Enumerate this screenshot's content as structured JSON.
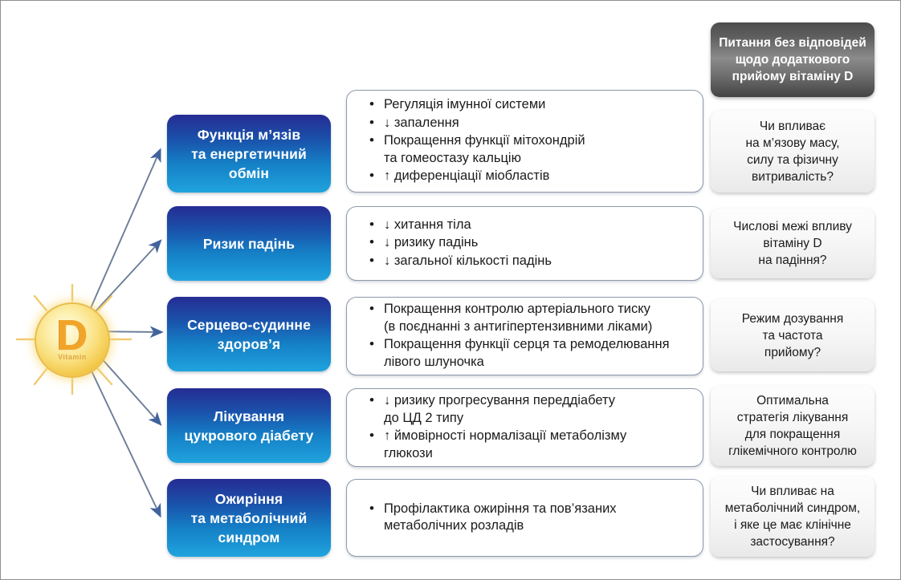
{
  "emblem": {
    "letter": "D",
    "caption": "Vitamin",
    "icon": "sun-vitamin-d-icon",
    "colors": {
      "core": "#f9de7a",
      "letter": "#f0a52a",
      "ring": "#e9bc4a"
    }
  },
  "colors": {
    "blue_gradient_top": "#262c93",
    "blue_gradient_bottom": "#20a3dd",
    "gray_header_mid": "#8b8b8b",
    "white_box_border": "#8d99aa",
    "arrow": "#5b6f91",
    "page_border": "#8f8f8f"
  },
  "categories": [
    {
      "label": "Функція м’язів\nта енергетичний\nобмін",
      "effects": [
        "Регуляція імунної системи",
        "↓ запалення",
        "Покращення функції мітохондрій\nта гомеостазу кальцію",
        "↑ диференціації міобластів"
      ]
    },
    {
      "label": "Ризик падінь",
      "effects": [
        "↓ хитання тіла",
        "↓ ризику падінь",
        "↓ загальної кількості падінь"
      ]
    },
    {
      "label": "Серцево-судинне\nздоров’я",
      "effects": [
        "Покращення контролю артеріального тиску\n(в поєднанні з антигіпертензивними ліками)",
        "Покращення функції серця та ремоделювання\nлівого шлуночка"
      ]
    },
    {
      "label": "Лікування\nцукрового діабету",
      "effects": [
        "↓ ризику прогресування переддіабету\nдо ЦД 2 типу",
        "↑ ймовірності нормалізації метаболізму\nглюкози"
      ]
    },
    {
      "label": "Ожиріння\nта метаболічний\nсиндром",
      "effects": [
        " Профілактика ожиріння та пов’язаних\nметаболічних розладів"
      ]
    }
  ],
  "questions": {
    "header": "Питання без відповідей\nщодо додаткового\nприйому вітаміну D",
    "items": [
      "Чи впливає\nна м’язову масу,\nсилу та фізичну\nвитривалість?",
      "Числові межі впливу\nвітаміну D\nна падіння?",
      "Режим дозування\nта частота\nприйому?",
      "Оптимальна\nстратегія лікування\nдля покращення\nглікемічного контролю",
      "Чи впливає на\nметаболічний синдром,\nі яке це має клінічне\nзастосування?"
    ]
  }
}
